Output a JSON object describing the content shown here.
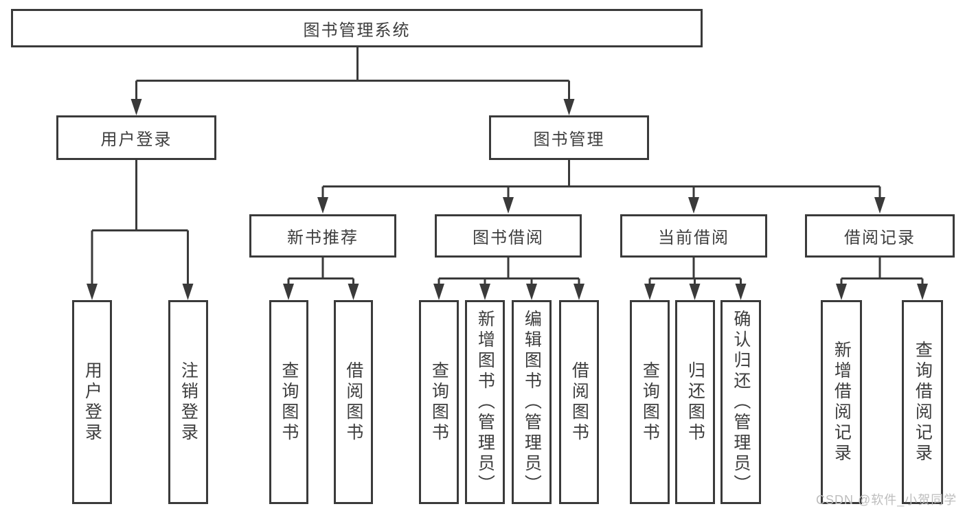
{
  "diagram": {
    "root": {
      "label": "图书管理系统"
    },
    "level2": [
      {
        "label": "用户登录"
      },
      {
        "label": "图书管理"
      }
    ],
    "level3": [
      {
        "label": "新书推荐"
      },
      {
        "label": "图书借阅"
      },
      {
        "label": "当前借阅"
      },
      {
        "label": "借阅记录"
      }
    ],
    "leaves": {
      "user_login": [
        "用户登录",
        "注销登录"
      ],
      "new_book": [
        "查询图书",
        "借阅图书"
      ],
      "book_borrow": [
        "查询图书",
        "新增图书（管理员）",
        "编辑图书（管理员）",
        "借阅图书"
      ],
      "current_borrow": [
        "查询图书",
        "归还图书",
        "确认归还（管理员）"
      ],
      "borrow_record": [
        "新增借阅记录",
        "查询借阅记录"
      ]
    },
    "watermark": "CSDN @软件_小贺同学",
    "colors": {
      "line": "#3a3a3a",
      "text": "#3d3d3d",
      "watermark": "#bdbdbd",
      "background": "#ffffff"
    }
  }
}
